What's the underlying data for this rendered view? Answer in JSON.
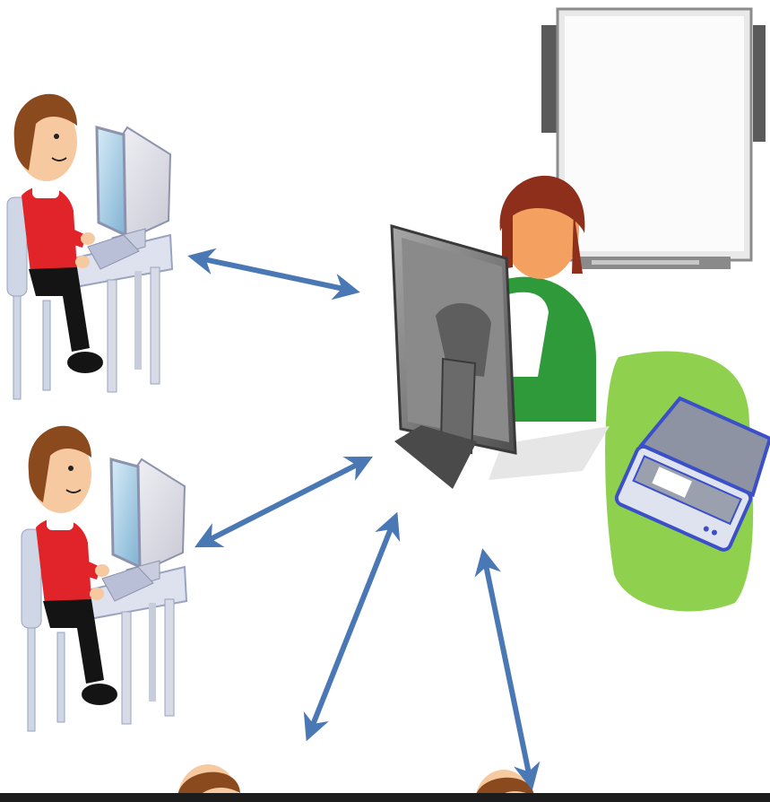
{
  "scene": {
    "background": "#ffffff",
    "colors": {
      "arrow": "#4a78b5",
      "student_shirt": "#e0242a",
      "student_hair": "#8b4a1e",
      "teacher_hair": "#8e2f1c",
      "teacher_shirt": "#2e9a3a",
      "scanner_blob": "#8fd14f",
      "scanner_outline": "#3a4fc8",
      "whiteboard_frame": "#9a9a9a",
      "monitor_dark": "#6a6a6a"
    }
  },
  "nodes": [
    {
      "id": "student-1",
      "icon": "student-at-computer-icon"
    },
    {
      "id": "student-2",
      "icon": "student-at-computer-icon"
    },
    {
      "id": "student-3",
      "icon": "student-head-partial-icon"
    },
    {
      "id": "student-4",
      "icon": "student-head-partial-icon"
    },
    {
      "id": "teacher",
      "icon": "teacher-at-computer-icon"
    },
    {
      "id": "whiteboard",
      "icon": "interactive-whiteboard-icon"
    },
    {
      "id": "scanner",
      "icon": "scanner-icon"
    }
  ],
  "connections": [
    {
      "from": "teacher",
      "to": "student-1",
      "type": "bidirectional"
    },
    {
      "from": "teacher",
      "to": "student-2",
      "type": "bidirectional"
    },
    {
      "from": "teacher",
      "to": "student-3",
      "type": "bidirectional"
    },
    {
      "from": "teacher",
      "to": "student-4",
      "type": "bidirectional"
    }
  ]
}
